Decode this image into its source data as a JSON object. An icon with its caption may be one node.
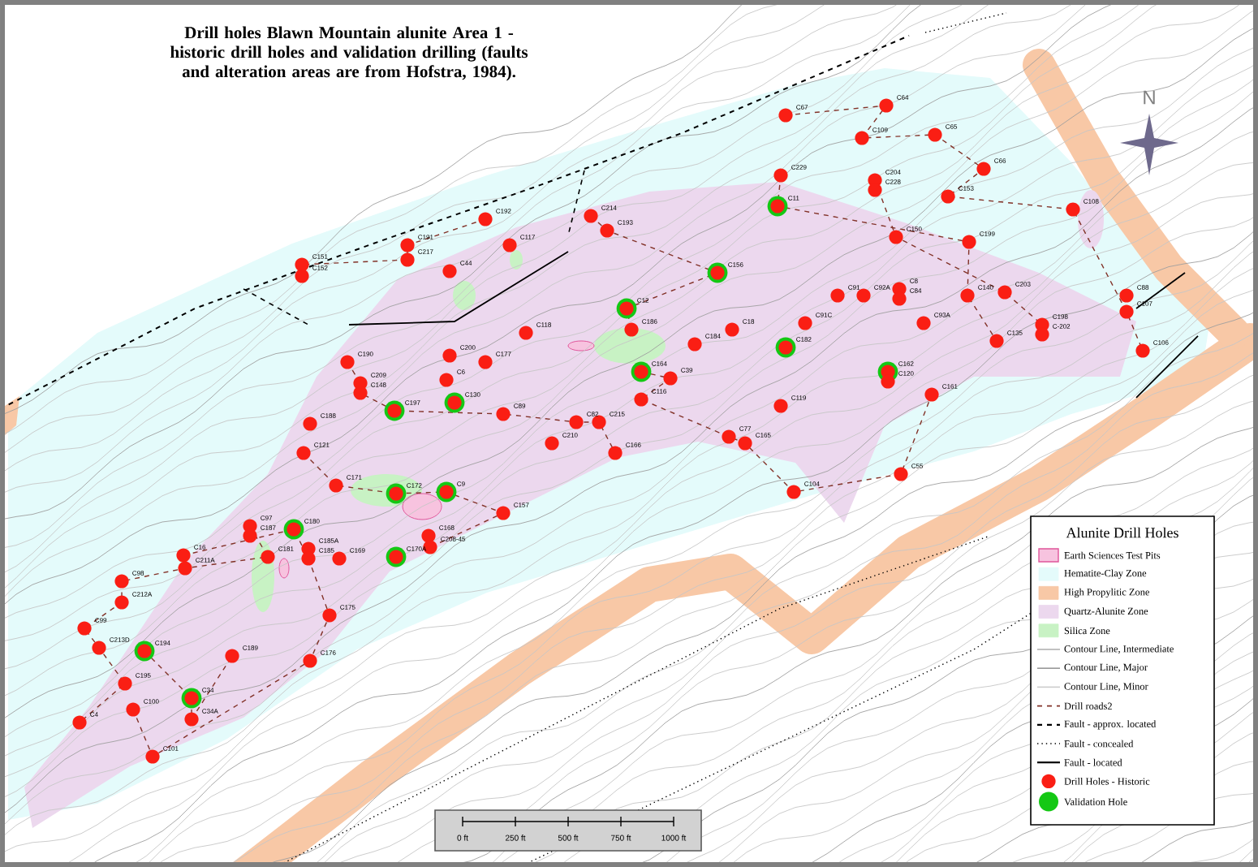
{
  "diagram": {
    "title": "Drill holes Blawn Mountain alunite Area 1 - historic drill holes and validation drilling (faults and alteration areas are from Hofstra, 1984).",
    "labels": [
      "N",
      "C64",
      "C67",
      "C109",
      "C65",
      "C66",
      "C229",
      "C204",
      "C228",
      "C153",
      "C11",
      "C108",
      "C192",
      "C214",
      "C193",
      "C150",
      "C199",
      "C191",
      "C117",
      "C217",
      "C151",
      "C152",
      "C44",
      "C156",
      "C8",
      "C203",
      "C91",
      "C92A",
      "C84",
      "C140",
      "C88",
      "C12",
      "C107",
      "C91C",
      "C93A",
      "C198",
      "C118",
      "C186",
      "C18",
      "C-202",
      "C184",
      "C135",
      "C182",
      "C106",
      "C200",
      "C190",
      "C177",
      "C164",
      "C162",
      "C209",
      "C6",
      "C39",
      "C120",
      "C148",
      "C161",
      "C130",
      "C116",
      "C119",
      "C197",
      "C89",
      "C188",
      "C82",
      "C215",
      "C77",
      "C210",
      "C165",
      "C121",
      "C166",
      "C55",
      "C171",
      "C172",
      "C9",
      "C104",
      "C157",
      "C97",
      "C180",
      "C187",
      "C168",
      "C185A",
      "C208-45",
      "C16",
      "C181",
      "C185",
      "C169",
      "C170A",
      "C211A",
      "C98",
      "C212A",
      "C175",
      "C99",
      "C213D",
      "C194",
      "C189",
      "C176",
      "C195",
      "C34",
      "C100",
      "C4",
      "C34A",
      "C101",
      "Alunite Drill Holes",
      "0 ft",
      "250 ft",
      "500 ft",
      "750 ft",
      "1000 ft"
    ],
    "legend": [
      {
        "text": "Earth Sciences Test Pits",
        "color": "#f7c3df"
      },
      {
        "text": "Hematite-Clay Zone",
        "color": "#e4fbfb"
      },
      {
        "text": "High Propylitic Zone",
        "color": "#f8c8a6"
      },
      {
        "text": "Quartz-Alunite Zone",
        "color": "#ecd8ee"
      },
      {
        "text": "Silica Zone",
        "color": "#c8f2c4"
      },
      {
        "text": "Contour Line, Intermediate"
      },
      {
        "text": "Contour Line, Major"
      },
      {
        "text": "Contour Line, Minor"
      },
      {
        "text": "Drill roads2"
      },
      {
        "text": "Fault - approx. located"
      },
      {
        "text": "Fault - concealed"
      },
      {
        "text": "Fault - located"
      },
      {
        "text": "Drill Holes - Historic"
      },
      {
        "text": "Validation Hole"
      }
    ]
  }
}
